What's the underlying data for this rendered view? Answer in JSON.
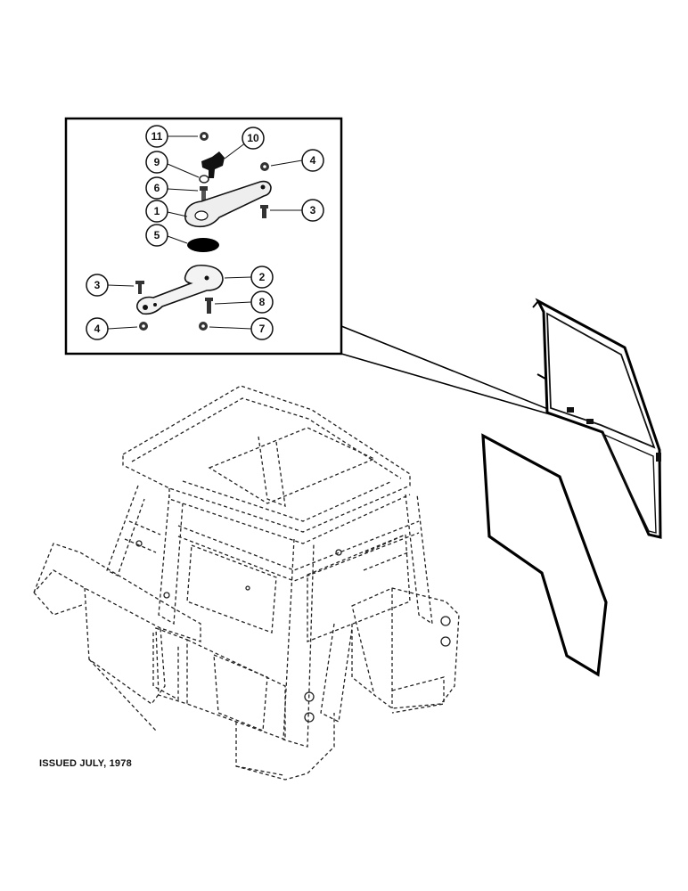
{
  "issued_note": "ISSUED JULY, 1978",
  "callouts": {
    "c11": "11",
    "c10": "10",
    "c9": "9",
    "c6": "6",
    "c1": "1",
    "c5": "5",
    "c4a": "4",
    "c3a": "3",
    "c3b": "3",
    "c2": "2",
    "c8": "8",
    "c4b": "4",
    "c7": "7"
  }
}
